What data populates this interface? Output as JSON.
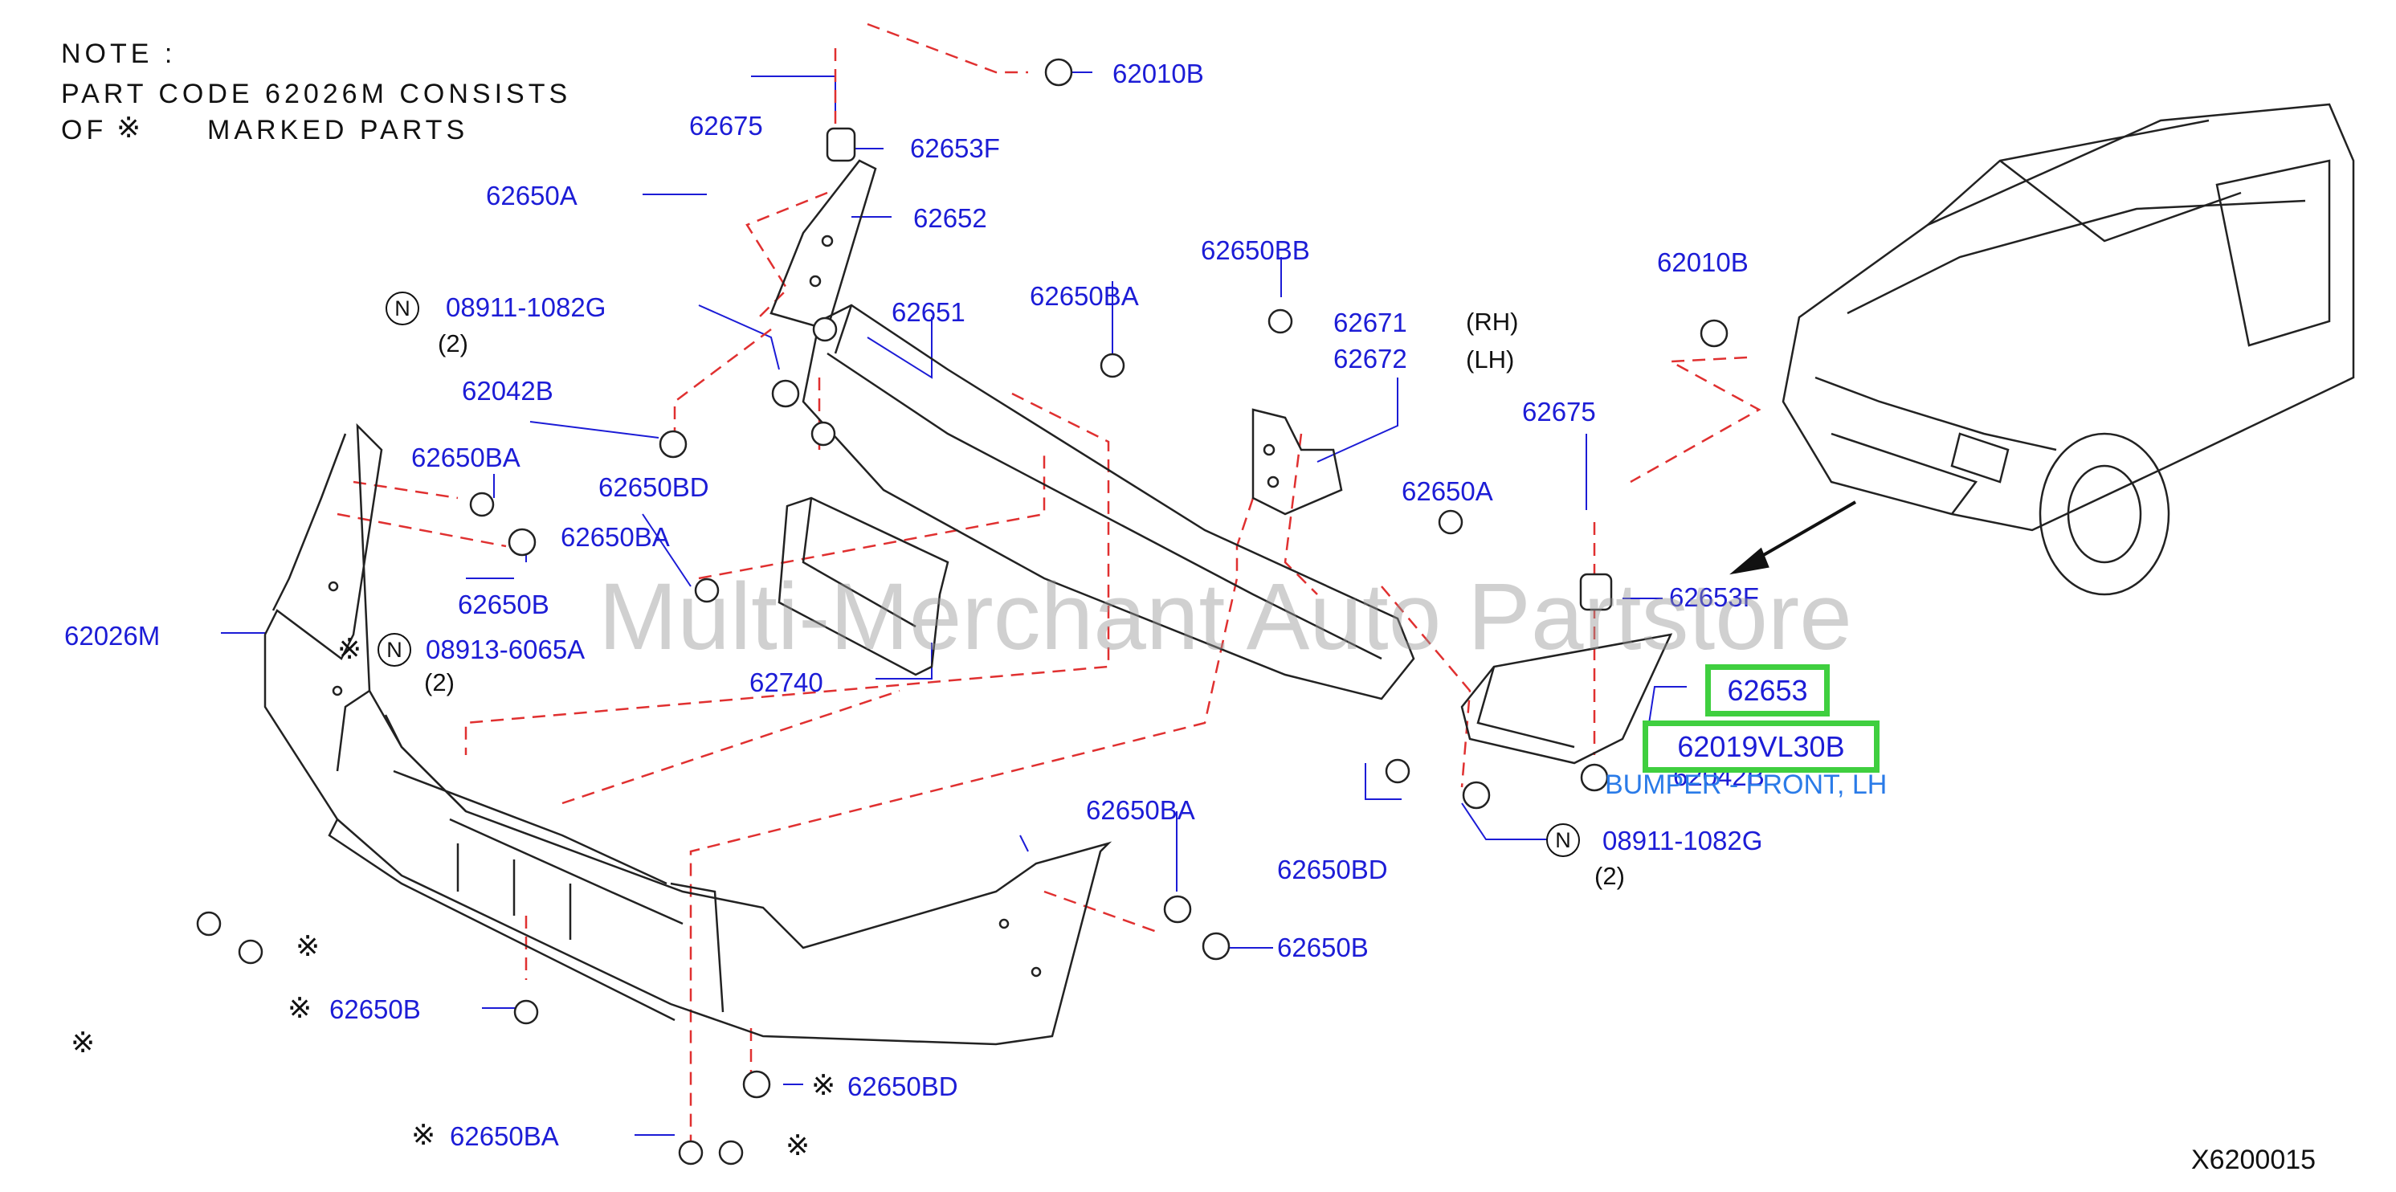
{
  "note": {
    "line1": "NOTE :",
    "line2": "PART CODE 62026M CONSISTS",
    "line3a": "OF",
    "line3b": "MARKED PARTS"
  },
  "labels": {
    "p62010B_top": "62010B",
    "p62675_top": "62675",
    "p62653F_top": "62653F",
    "p62650A_left": "62650A",
    "p62652": "62652",
    "p08911_top": "08911-1082G",
    "p62651": "62651",
    "p62650BA_mid": "62650BA",
    "p62650BB": "62650BB",
    "p62671": "62671",
    "p62672": "62672",
    "p62010B_right": "62010B",
    "p62042B": "62042B",
    "p62650BA_left": "62650BA",
    "p62650BD_upper": "62650BD",
    "p62650BA_left2": "62650BA",
    "p62675_right": "62675",
    "p62650A_right": "62650A",
    "p62650B_left": "62650B",
    "p62026M": "62026M",
    "p08913": "08913-6065A",
    "p62740": "62740",
    "p62653F_right": "62653F",
    "p62042B_right": "62042B",
    "p62650BA_low": "62650BA",
    "p62650BD_low": "62650BD",
    "p08911_low": "08911-1082G",
    "p62650B_right": "62650B",
    "p62650B_bottom": "62650B",
    "p62650BD_bottom": "62650BD",
    "p62650BA_bottom": "62650BA"
  },
  "qty": {
    "q1": "(2)",
    "q2": "(2)",
    "q3": "(2)"
  },
  "side": {
    "rh": "(RH)",
    "lh": "(LH)"
  },
  "symbols": {
    "n": "N",
    "asterisk": "※"
  },
  "highlight": {
    "part1": "62653",
    "part2": "62019VL30B"
  },
  "description": "BUMPER - FRONT, LH",
  "watermark": "Multi-Merchant Auto Partstore",
  "diagram_code": "X6200015",
  "colors": {
    "label": "#1c1cd6",
    "dash": "#e03030",
    "highlight_border": "#3fcf3f",
    "description": "#2a7be8"
  }
}
